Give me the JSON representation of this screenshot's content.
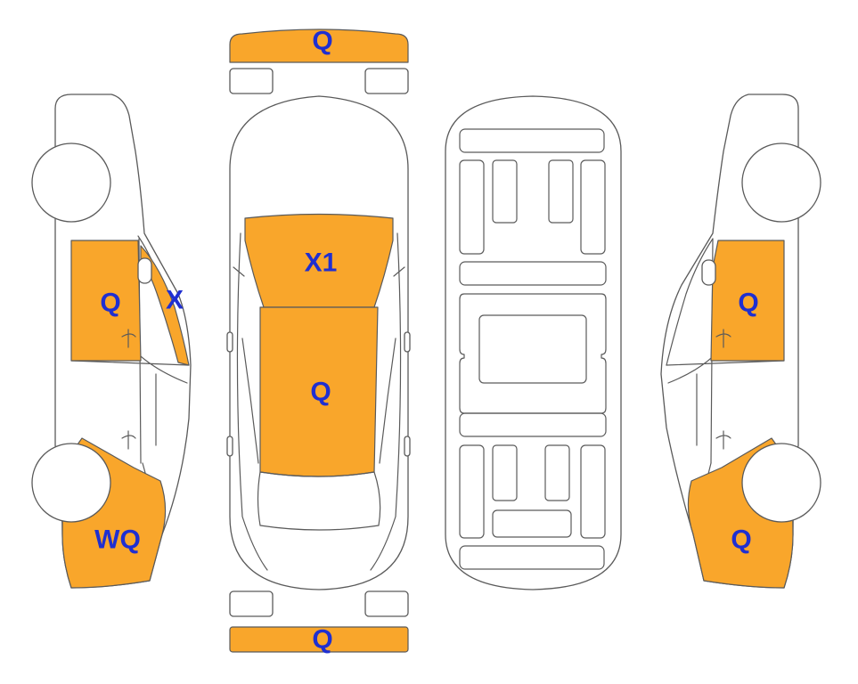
{
  "colors": {
    "damage_fill": "#f9a62b",
    "outline": "#5a5a5a",
    "code_text": "#1f2fd1",
    "background": "#ffffff"
  },
  "views": {
    "left_side": {
      "door_code": "Q",
      "pillar_code": "X",
      "rear_quarter_code": "WQ"
    },
    "top": {
      "front_bumper_code": "Q",
      "hood_code": "X1",
      "roof_code": "Q",
      "rear_bumper_code": "Q"
    },
    "right_side": {
      "door_code": "Q",
      "rear_quarter_code": "Q"
    }
  }
}
